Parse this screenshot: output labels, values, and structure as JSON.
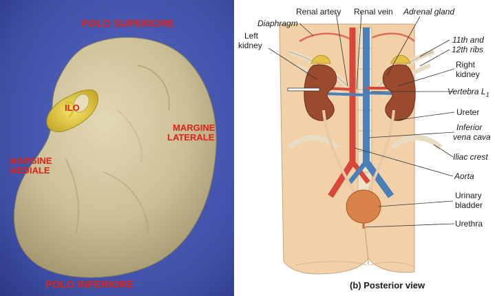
{
  "photo": {
    "labels": {
      "polo_superiore": "POLO SUPERIORE",
      "ilo": "ILO",
      "margine_laterale_1": "MARGINE",
      "margine_laterale_2": "LATERALE",
      "margine_mediale_1": "MARGINE",
      "margine_mediale_2": "MEDIALE",
      "polo_inferiore": "POLO INFERIORE"
    },
    "colors": {
      "background": "#3f4fa6",
      "label": "#e0241c",
      "specimen": "#c9bd95"
    }
  },
  "diagram": {
    "labels": {
      "renal_artery": "Renal artery",
      "renal_vein": "Renal vein",
      "adrenal_gland": "Adrenal gland",
      "diaphragm": "Diaphragm",
      "left_kidney_1": "Left",
      "left_kidney_2": "kidney",
      "ribs_1": "11th and",
      "ribs_2": "12th ribs",
      "right_kidney_1": "Right",
      "right_kidney_2": "kidney",
      "vertebra_l1": "Vertebra L",
      "vertebra_sub": "1",
      "ureter": "Ureter",
      "ivc_1": "Inferior",
      "ivc_2": "vena cava",
      "iliac_crest": "Iliac crest",
      "aorta": "Aorta",
      "bladder_1": "Urinary",
      "bladder_2": "bladder",
      "urethra": "Urethra"
    },
    "caption": "(b) Posterior view",
    "colors": {
      "skin": "#f2d1a8",
      "artery": "#d9463a",
      "vein": "#4a7fb8",
      "kidney": "#9b4a2e"
    }
  }
}
